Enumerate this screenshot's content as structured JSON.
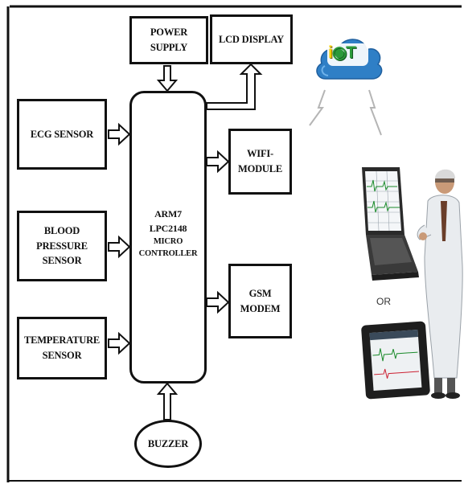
{
  "blocks": {
    "power_supply": "POWER SUPPLY",
    "lcd_display": "LCD DISPLAY",
    "ecg_sensor": "ECG SENSOR",
    "bp_sensor_line1": "BLOOD PRESSURE",
    "bp_sensor_line2": "SENSOR",
    "temp_sensor_line1": "TEMPERATURE",
    "temp_sensor_line2": "SENSOR",
    "mcu_line1": "ARM7",
    "mcu_line2": "LPC2148",
    "mcu_line3": "MICRO CONTROLLER",
    "wifi_module": "WIFI-MODULE",
    "gsm_modem": "GSM MODEM",
    "buzzer": "BUZZER"
  },
  "cloud": {
    "logo_letters": "i◉T"
  },
  "devices": {
    "or_label": "OR"
  },
  "colors": {
    "block_border": "#111111",
    "cloud_blue": "#2f7fc6",
    "logo_yellow": "#f5d000",
    "logo_green": "#2b9a3a"
  }
}
